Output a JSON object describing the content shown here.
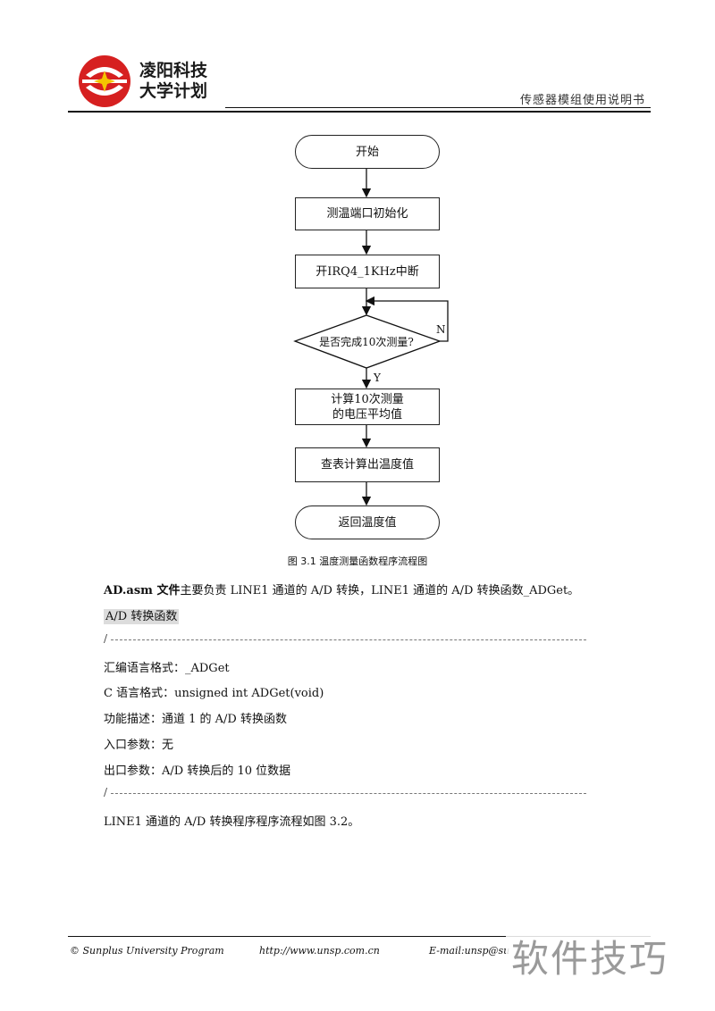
{
  "header": {
    "brand_line1": "凌阳科技",
    "brand_line2": "大学计划",
    "doc_title": "传感器模组使用说明书"
  },
  "flowchart": {
    "start": "开始",
    "init": "测温端口初始化",
    "irq": "开IRQ4_1KHz中断",
    "decision": "是否完成10次测量?",
    "no_label": "N",
    "yes_label": "Y",
    "calc_line1": "计算10次测量",
    "calc_line2": "的电压平均值",
    "lookup": "查表计算出温度值",
    "end": "返回温度值",
    "caption": "图  3.1  温度测量函数程序流程图"
  },
  "body": {
    "intro_bold": "AD.asm 文件",
    "intro_rest": "主要负责 LINE1 通道的 A/D 转换，LINE1 通道的 A/D 转换函数_ADGet。",
    "section_title": "A/D 转换函数",
    "slash": "/",
    "asm_format": "汇编语言格式：_ADGet",
    "c_format": "C 语言格式：unsigned int ADGet(void)",
    "description": "功能描述：通道 1 的 A/D 转换函数",
    "input_params": "入口参数：无",
    "output_params": "出口参数：A/D 转换后的 10 位数据",
    "closing": "LINE1 通道的 A/D 转换程序程序流程如图  3.2。"
  },
  "footer": {
    "left": "© Sunplus University Program",
    "middle": "http://www.unsp.com.cn",
    "right": "E-mail:unsp@su",
    "watermark": "软件技巧"
  }
}
